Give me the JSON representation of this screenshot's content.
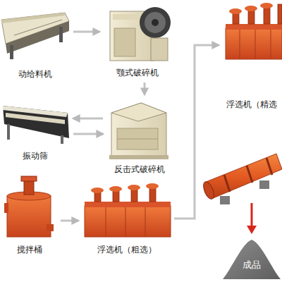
{
  "diagram": {
    "nodes": [
      {
        "text": [
          "动给料机"
        ]
      },
      {
        "text": [
          "颚式破碎机"
        ]
      },
      {
        "text": [
          "浮选机（精选"
        ]
      },
      {
        "text": [
          "振动筛"
        ]
      },
      {
        "text": [
          "反击式破碎机"
        ]
      },
      {
        "text": [
          "搅拌桶"
        ]
      },
      {
        "text": [
          "浮选机（粗选）"
        ]
      },
      {
        "text": [
          "成品"
        ]
      }
    ],
    "edges": [
      {
        "from": 0,
        "to": 1,
        "arrow": "to"
      },
      {
        "from": 1,
        "to": 4,
        "arrow": "to"
      },
      {
        "from": 4,
        "to": 3,
        "arrow": "to"
      },
      {
        "from": 3,
        "to": 4,
        "arrow": "to"
      },
      {
        "from": 5,
        "to": 6,
        "arrow": "to"
      },
      {
        "from": 6,
        "to": 2,
        "arrow": "to"
      }
    ]
  }
}
